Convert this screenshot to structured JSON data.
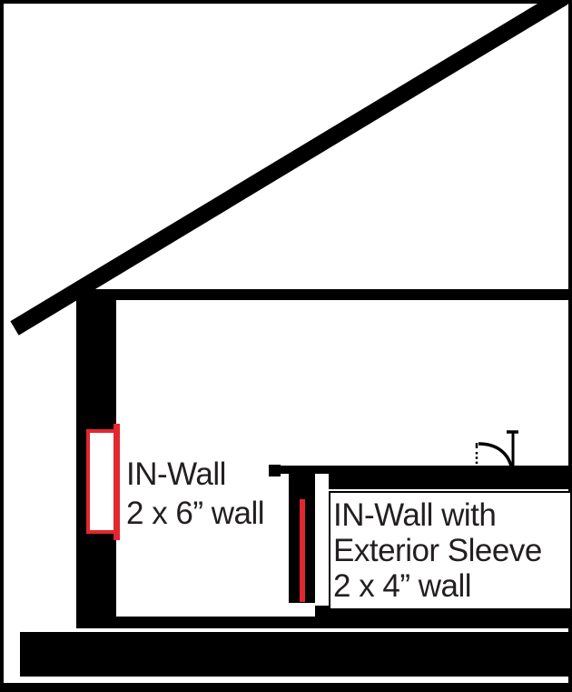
{
  "diagram": {
    "type": "house-cross-section-installation-diagram",
    "colors": {
      "ink": "#000000",
      "accent_red": "#e2272e",
      "background": "#ffffff",
      "label_text": "#231f20"
    },
    "labels": {
      "left_install": {
        "line1": "IN-Wall",
        "line2": "2 x 6” wall"
      },
      "right_install": {
        "line1": "IN-Wall with",
        "line2": "Exterior Sleeve",
        "line3": "2 x 4” wall"
      }
    },
    "structures": {
      "left_wall": "2 x 6 inch exterior wall with IN-Wall unit (red)",
      "right_wall": "2 x 4 inch wall with IN-Wall unit and exterior sleeve (red)",
      "icon": "hose-outlet"
    }
  }
}
